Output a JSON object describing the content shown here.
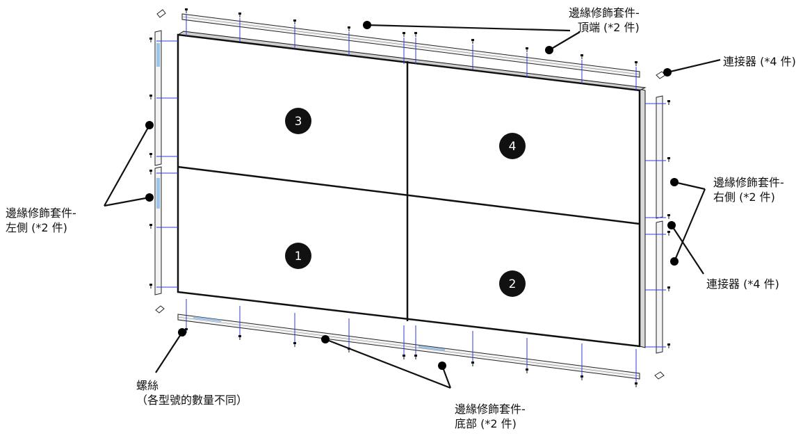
{
  "panels": [
    {
      "number": "1"
    },
    {
      "number": "2"
    },
    {
      "number": "3"
    },
    {
      "number": "4"
    }
  ],
  "labels": {
    "top_trim": {
      "line1": "邊緣修飾套件-",
      "line2": "頂端 (*2 件)"
    },
    "left_trim": {
      "line1": "邊緣修飾套件-",
      "line2": "左側 (*2 件)"
    },
    "right_trim": {
      "line1": "邊緣修飾套件-",
      "line2": "右側 (*2 件)"
    },
    "bottom_trim": {
      "line1": "邊緣修飾套件-",
      "line2": "底部 (*2 件)"
    },
    "connector_top": "連接器 (*4 件)",
    "connector_mid": "連接器 (*4 件)",
    "screws": {
      "line1": "螺絲",
      "line2": "（各型號的數量不同）"
    }
  },
  "colors": {
    "accent_blue": "#2d3bd6",
    "line": "#111111",
    "dot": "#000000"
  }
}
